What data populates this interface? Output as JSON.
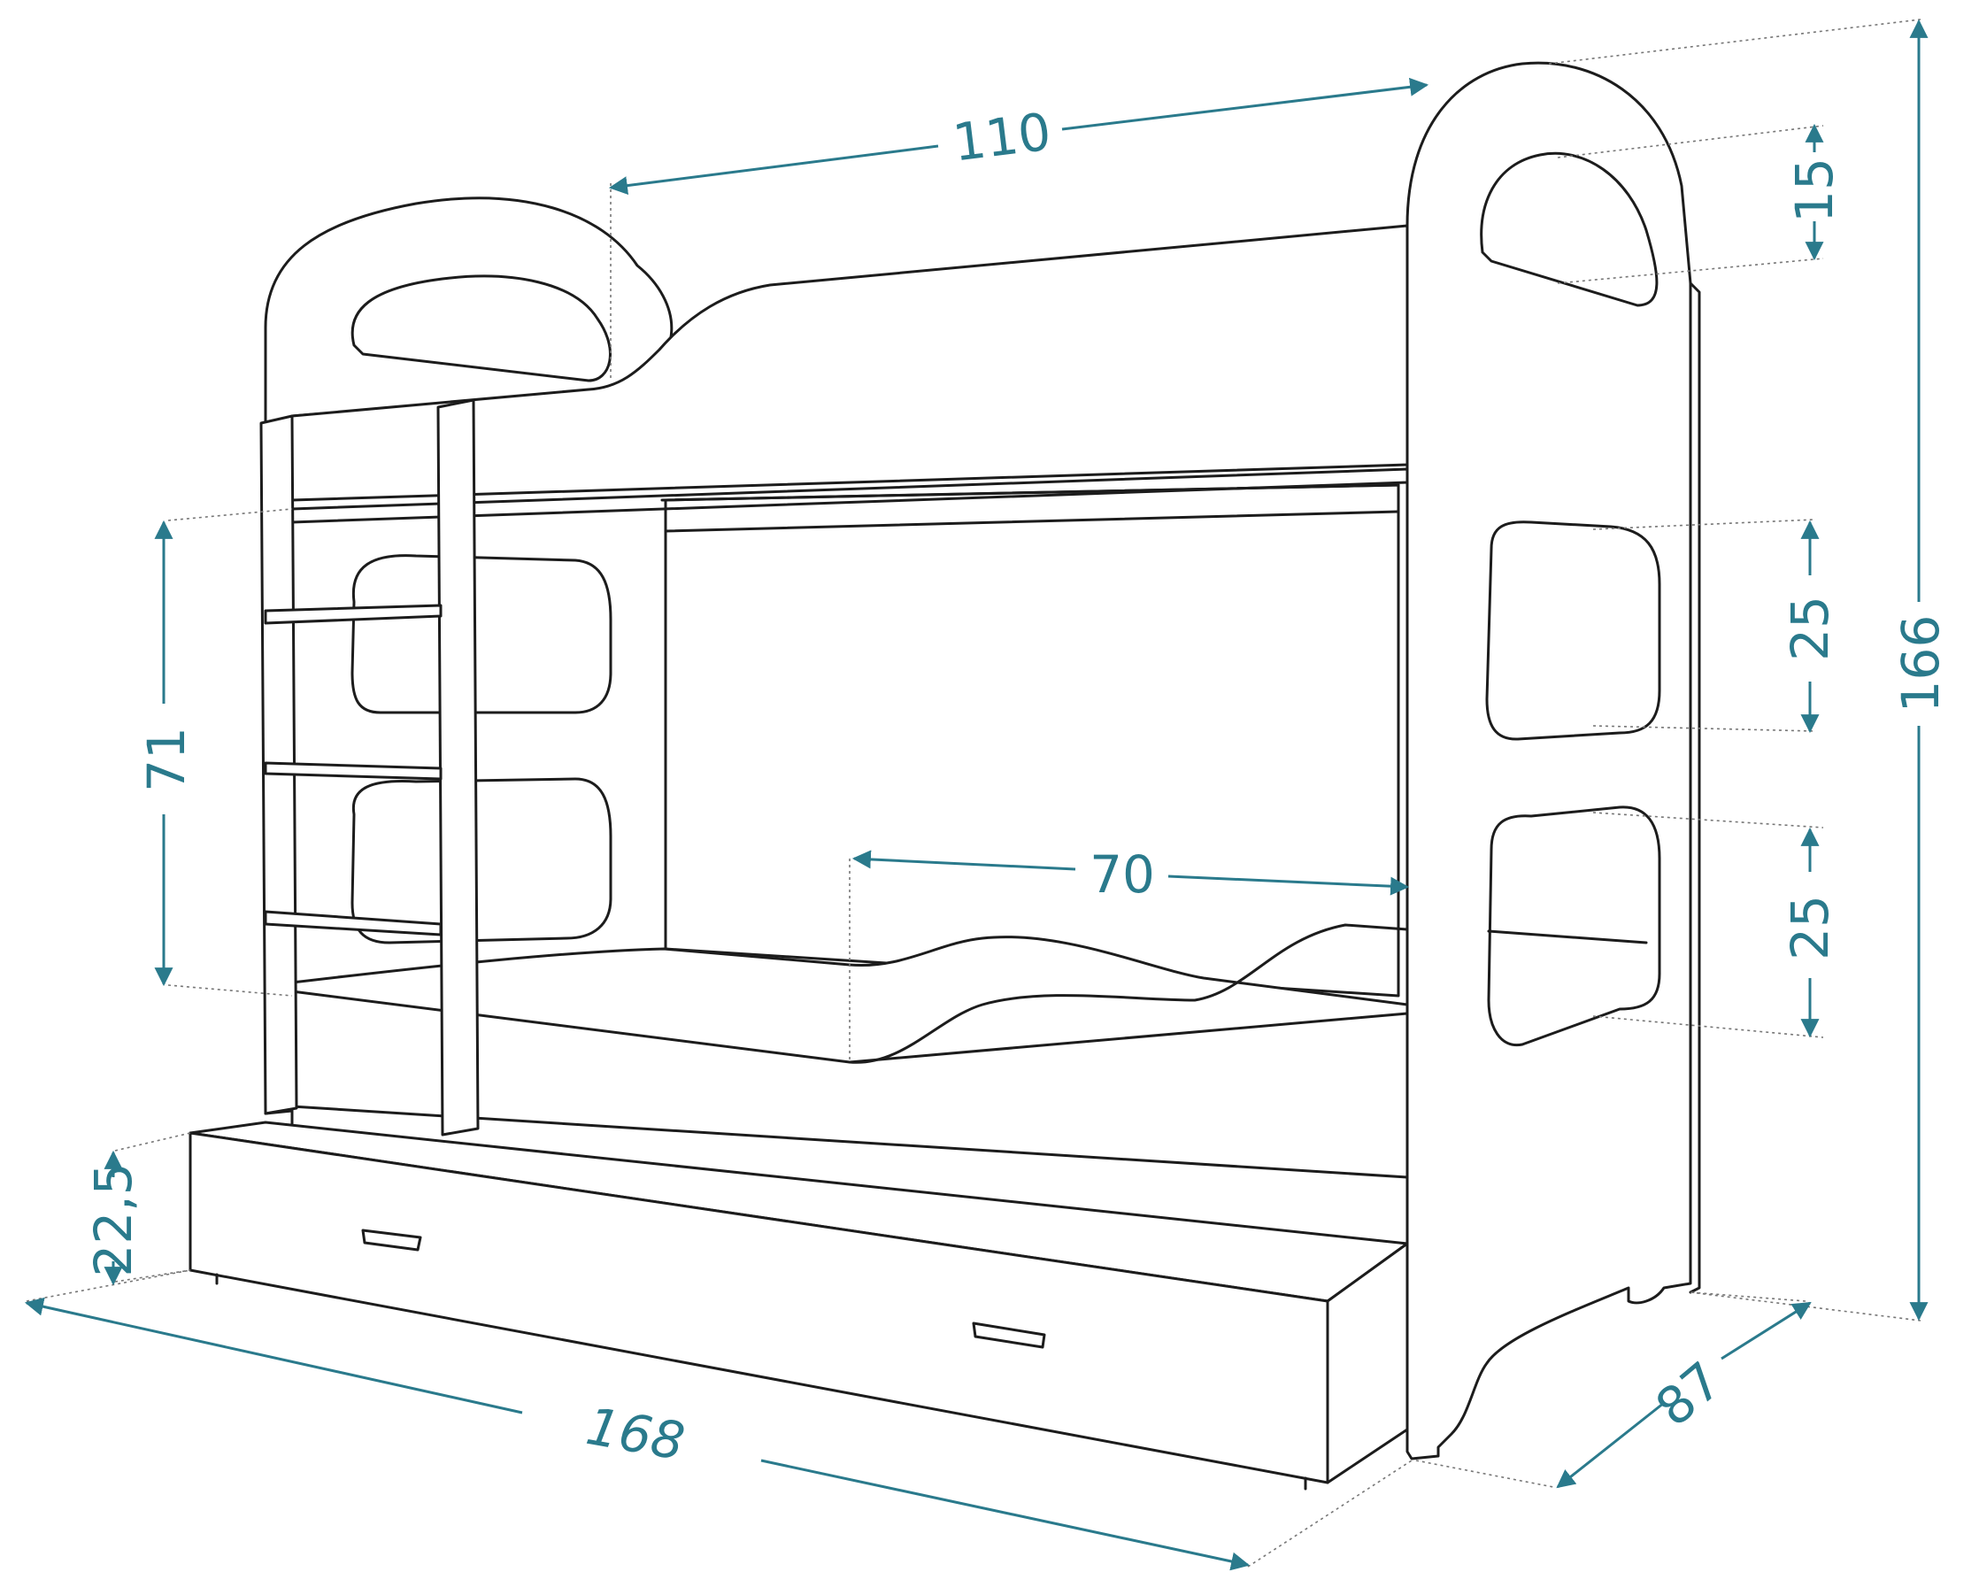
{
  "dim_color": "#2a7a8c",
  "line_color": "#1c1c1c",
  "dimensions": {
    "top_length": "110",
    "upper_hole": "15",
    "total_height": "166",
    "ladder_height": "71",
    "mid_hole": "25",
    "lower_hole": "25",
    "guard_length": "70",
    "drawer_height": "22,5",
    "total_length": "168",
    "depth": "87"
  }
}
